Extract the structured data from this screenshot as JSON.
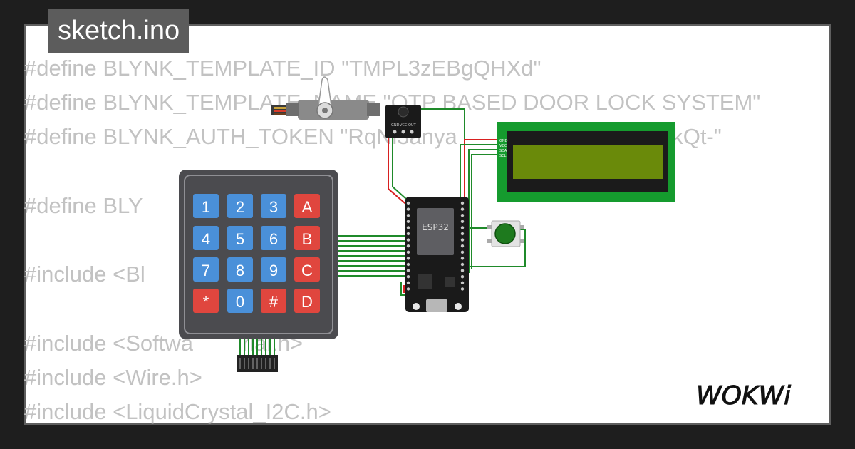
{
  "file_tab": {
    "label": "sketch.ino"
  },
  "code_lines": [
    "#define BLYNK_TEMPLATE_ID \"TMPL3zEBgQHXd\"",
    "#define BLYNK_TEMPLATE_NAME \"OTP BASED DOOR LOCK SYSTEM\"",
    "#define BLYNK_AUTH_TOKEN \"RqNl3anya                        v3zGRkQt-\"",
    "",
    "#define BLY                 al",
    "",
    "#include <Bl                32.h>",
    "",
    "#include <Softwa        rial.h>",
    "#include <Wire.h>",
    "#include <LiquidCrystal_I2C.h>"
  ],
  "keypad": {
    "keys": [
      "1",
      "2",
      "3",
      "A",
      "4",
      "5",
      "6",
      "B",
      "7",
      "8",
      "9",
      "C",
      "*",
      "0",
      "#",
      "D"
    ]
  },
  "esp32": {
    "chip_label": "ESP32",
    "pin_labels": [
      "GND",
      "VCC",
      "OUT"
    ]
  },
  "lcd": {
    "pin_labels": [
      "GND",
      "VCC",
      "SDA",
      "SCL"
    ]
  },
  "brand": {
    "logo_text": "WOKWi"
  },
  "colors": {
    "background": "#1e1e1e",
    "card": "#ffffff",
    "code_text": "#c2c2c2",
    "tag": "#5c5c5c",
    "key_blue": "#4a90d9",
    "key_red": "#e0463e",
    "lcd_green": "#6a8a0a",
    "wire_green": "#1f8a2a",
    "wire_red": "#d82020"
  }
}
